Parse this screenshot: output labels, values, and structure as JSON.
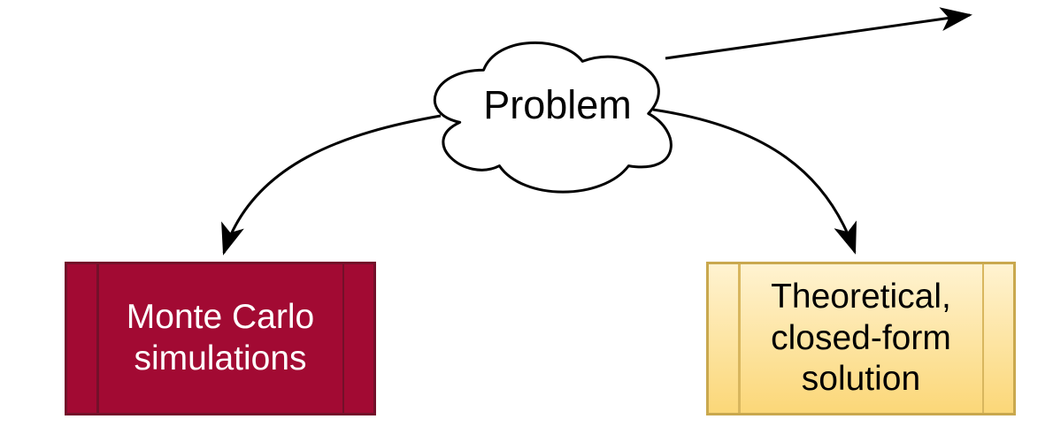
{
  "canvas": {
    "background": "#ffffff"
  },
  "cloud": {
    "label": "Problem",
    "fill": "#ffffff",
    "stroke": "#000000"
  },
  "arrows": {
    "stroke": "#000000"
  },
  "boxes": {
    "monte_carlo": {
      "line1": "Monte Carlo",
      "line2": "simulations",
      "fill": "#a20a33",
      "stroke": "#73102a",
      "text_color": "#ffffff"
    },
    "theoretical": {
      "line1": "Theoretical,",
      "line2": "closed-form",
      "line3": "solution",
      "fill_top": "#fff3d1",
      "fill_bottom": "#fbd778",
      "stroke": "#c9a84e",
      "inner_line": "#d8b65e",
      "text_color": "#000000"
    }
  }
}
